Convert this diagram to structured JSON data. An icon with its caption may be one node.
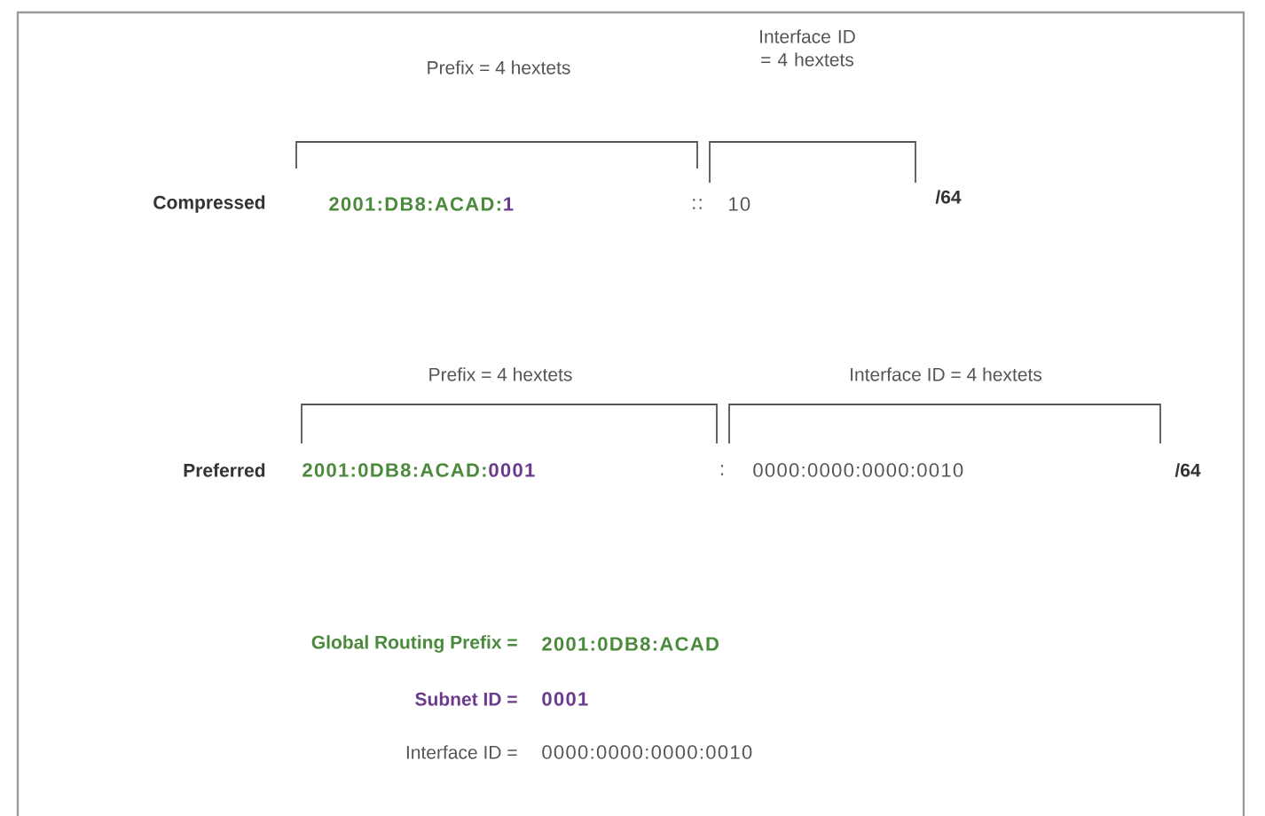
{
  "diagram": {
    "labels": [
      "Interface ID = 4 hextets",
      "Prefix = 4 hextets",
      "Compressed",
      "2001:DB8:ACAD:",
      "1",
      "::",
      "10",
      "/64",
      "Prefix = 4 hextets",
      "Interface ID = 4 hextets",
      "Preferred",
      "2001:0DB8:ACAD:",
      "0001",
      ":",
      "0000:0000:0000:0010",
      "/64",
      "Global Routing Prefix =",
      "2001:0DB8:ACAD",
      "Subnet ID =",
      "0001",
      "Interface ID =",
      "0000:0000:0000:0010"
    ]
  }
}
